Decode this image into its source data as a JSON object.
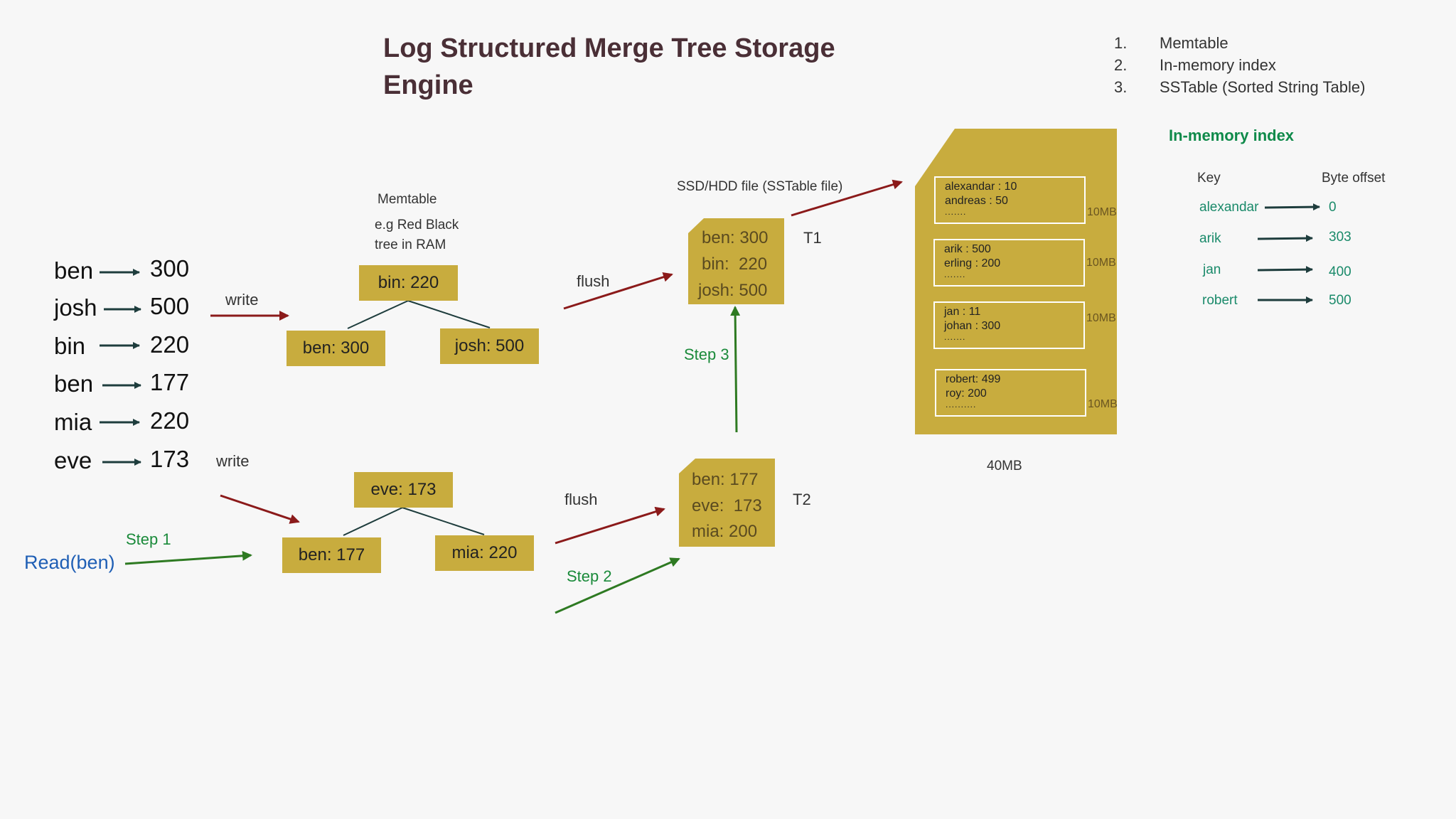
{
  "title": "Log Structured Merge Tree Storage Engine",
  "legend": [
    {
      "num": "1.",
      "text": "Memtable"
    },
    {
      "num": "2.",
      "text": "In-memory index"
    },
    {
      "num": "3.",
      "text": "SSTable (Sorted String Table)"
    }
  ],
  "writes": [
    {
      "key": "ben",
      "value": "300"
    },
    {
      "key": "josh",
      "value": "500"
    },
    {
      "key": "bin",
      "value": "220"
    },
    {
      "key": "ben",
      "value": "177"
    },
    {
      "key": "mia",
      "value": "220"
    },
    {
      "key": "eve",
      "value": "173"
    }
  ],
  "labels": {
    "write1": "write",
    "write2": "write",
    "memtable": "Memtable",
    "memtable_desc_1": "e.g Red Black",
    "memtable_desc_2": "tree in RAM",
    "flush1": "flush",
    "flush2": "flush",
    "sst_file": "SSD/HDD file (SSTable file)",
    "t1": "T1",
    "t2": "T2",
    "step1": "Step 1",
    "step2": "Step 2",
    "step3": "Step 3",
    "read": "Read(ben)",
    "total": "40MB"
  },
  "tree1": {
    "root": "bin: 220",
    "left": "ben: 300",
    "right": "josh: 500"
  },
  "tree2": {
    "root": "eve: 173",
    "left": "ben: 177",
    "right": "mia: 220"
  },
  "sstable1": [
    "ben: 300",
    "bin:  220",
    "josh: 500"
  ],
  "sstable2": [
    "ben: 177",
    "eve:  173",
    "mia: 200"
  ],
  "file_chunks": [
    {
      "line1": "alexandar : 10",
      "line2": "andreas : 50",
      "dots": ".......",
      "size": "10MB"
    },
    {
      "line1": "arik : 500",
      "line2": "erling : 200",
      "dots": ".......",
      "size": "10MB"
    },
    {
      "line1": "jan : 11",
      "line2": "johan : 300",
      "dots": ".......",
      "size": "10MB"
    },
    {
      "line1": "robert: 499",
      "line2": "roy: 200",
      "dots": "..........",
      "size": "10MB"
    }
  ],
  "index": {
    "heading": "In-memory index",
    "col_key": "Key",
    "col_offset": "Byte offset",
    "rows": [
      {
        "key": "alexandar",
        "offset": "0"
      },
      {
        "key": "arik",
        "offset": "303"
      },
      {
        "key": "jan",
        "offset": "400"
      },
      {
        "key": "robert",
        "offset": "500"
      }
    ]
  },
  "colors": {
    "gold": "#c8ac3e",
    "red_arrow": "#8b1a1a",
    "green_arrow": "#2e7a22",
    "dark_arrow": "#1e3d3d",
    "step_text": "#1a8a3a",
    "read_text": "#1f5fb5",
    "title_text": "#4a2f36"
  }
}
